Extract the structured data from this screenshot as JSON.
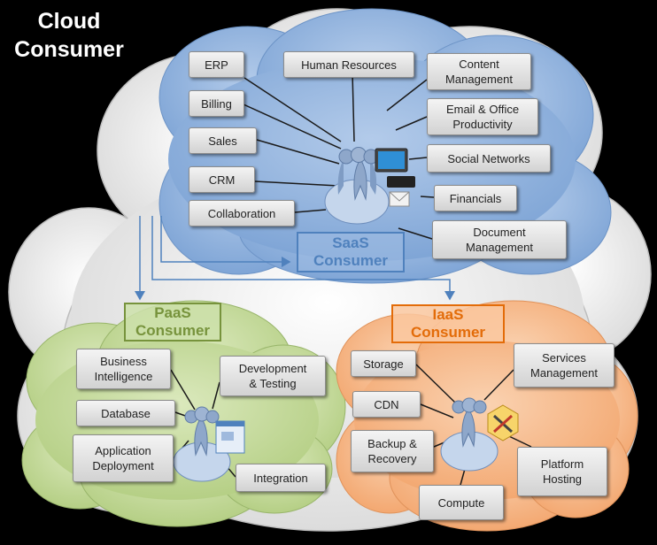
{
  "cloud_consumer": "Cloud\nConsumer",
  "saas": {
    "label": "SaaS\nConsumer",
    "items": [
      "ERP",
      "Human Resources",
      "Content\nManagement",
      "Billing",
      "Email & Office\nProductivity",
      "Sales",
      "Social Networks",
      "CRM",
      "Financials",
      "Collaboration",
      "Document\nManagement"
    ]
  },
  "paas": {
    "label": "PaaS\nConsumer",
    "items": [
      "Business\nIntelligence",
      "Development\n& Testing",
      "Database",
      "Application\nDeployment",
      "Integration"
    ]
  },
  "iaas": {
    "label": "IaaS\nConsumer",
    "items": [
      "Storage",
      "Services\nManagement",
      "CDN",
      "Backup &\nRecovery",
      "Platform\nHosting",
      "Compute"
    ]
  },
  "colors": {
    "saas_cloud": "#8eb1db",
    "paas_cloud": "#c3d99a",
    "iaas_cloud": "#f6b98a",
    "outer_cloud": "#eeeeee",
    "arrow": "#4f81bd"
  }
}
